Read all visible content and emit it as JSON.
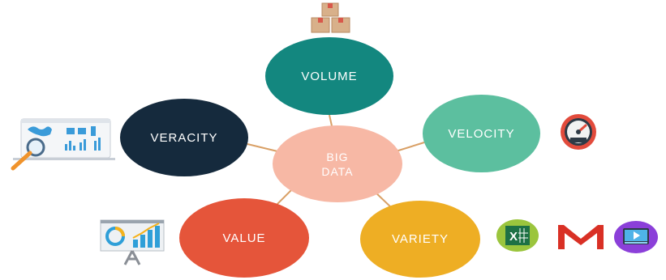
{
  "center": {
    "line1": "BIG",
    "line2": "DATA"
  },
  "nodes": {
    "volume": "VOLUME",
    "veracity": "VERACITY",
    "velocity": "VELOCITY",
    "value": "VALUE",
    "variety": "VARIETY"
  },
  "colors": {
    "volume": "#13877f",
    "veracity": "#152a3d",
    "velocity": "#5cbf9f",
    "bigdata": "#f7b8a5",
    "value": "#e5553a",
    "variety": "#eeae24",
    "connector": "#d9a066"
  },
  "icons": {
    "volume": "stacked-boxes-icon",
    "veracity": "dashboard-magnifier-icon",
    "velocity": "speedometer-icon",
    "value": "presentation-chart-icon",
    "variety": [
      "excel-icon",
      "gmail-icon",
      "video-player-icon"
    ]
  }
}
